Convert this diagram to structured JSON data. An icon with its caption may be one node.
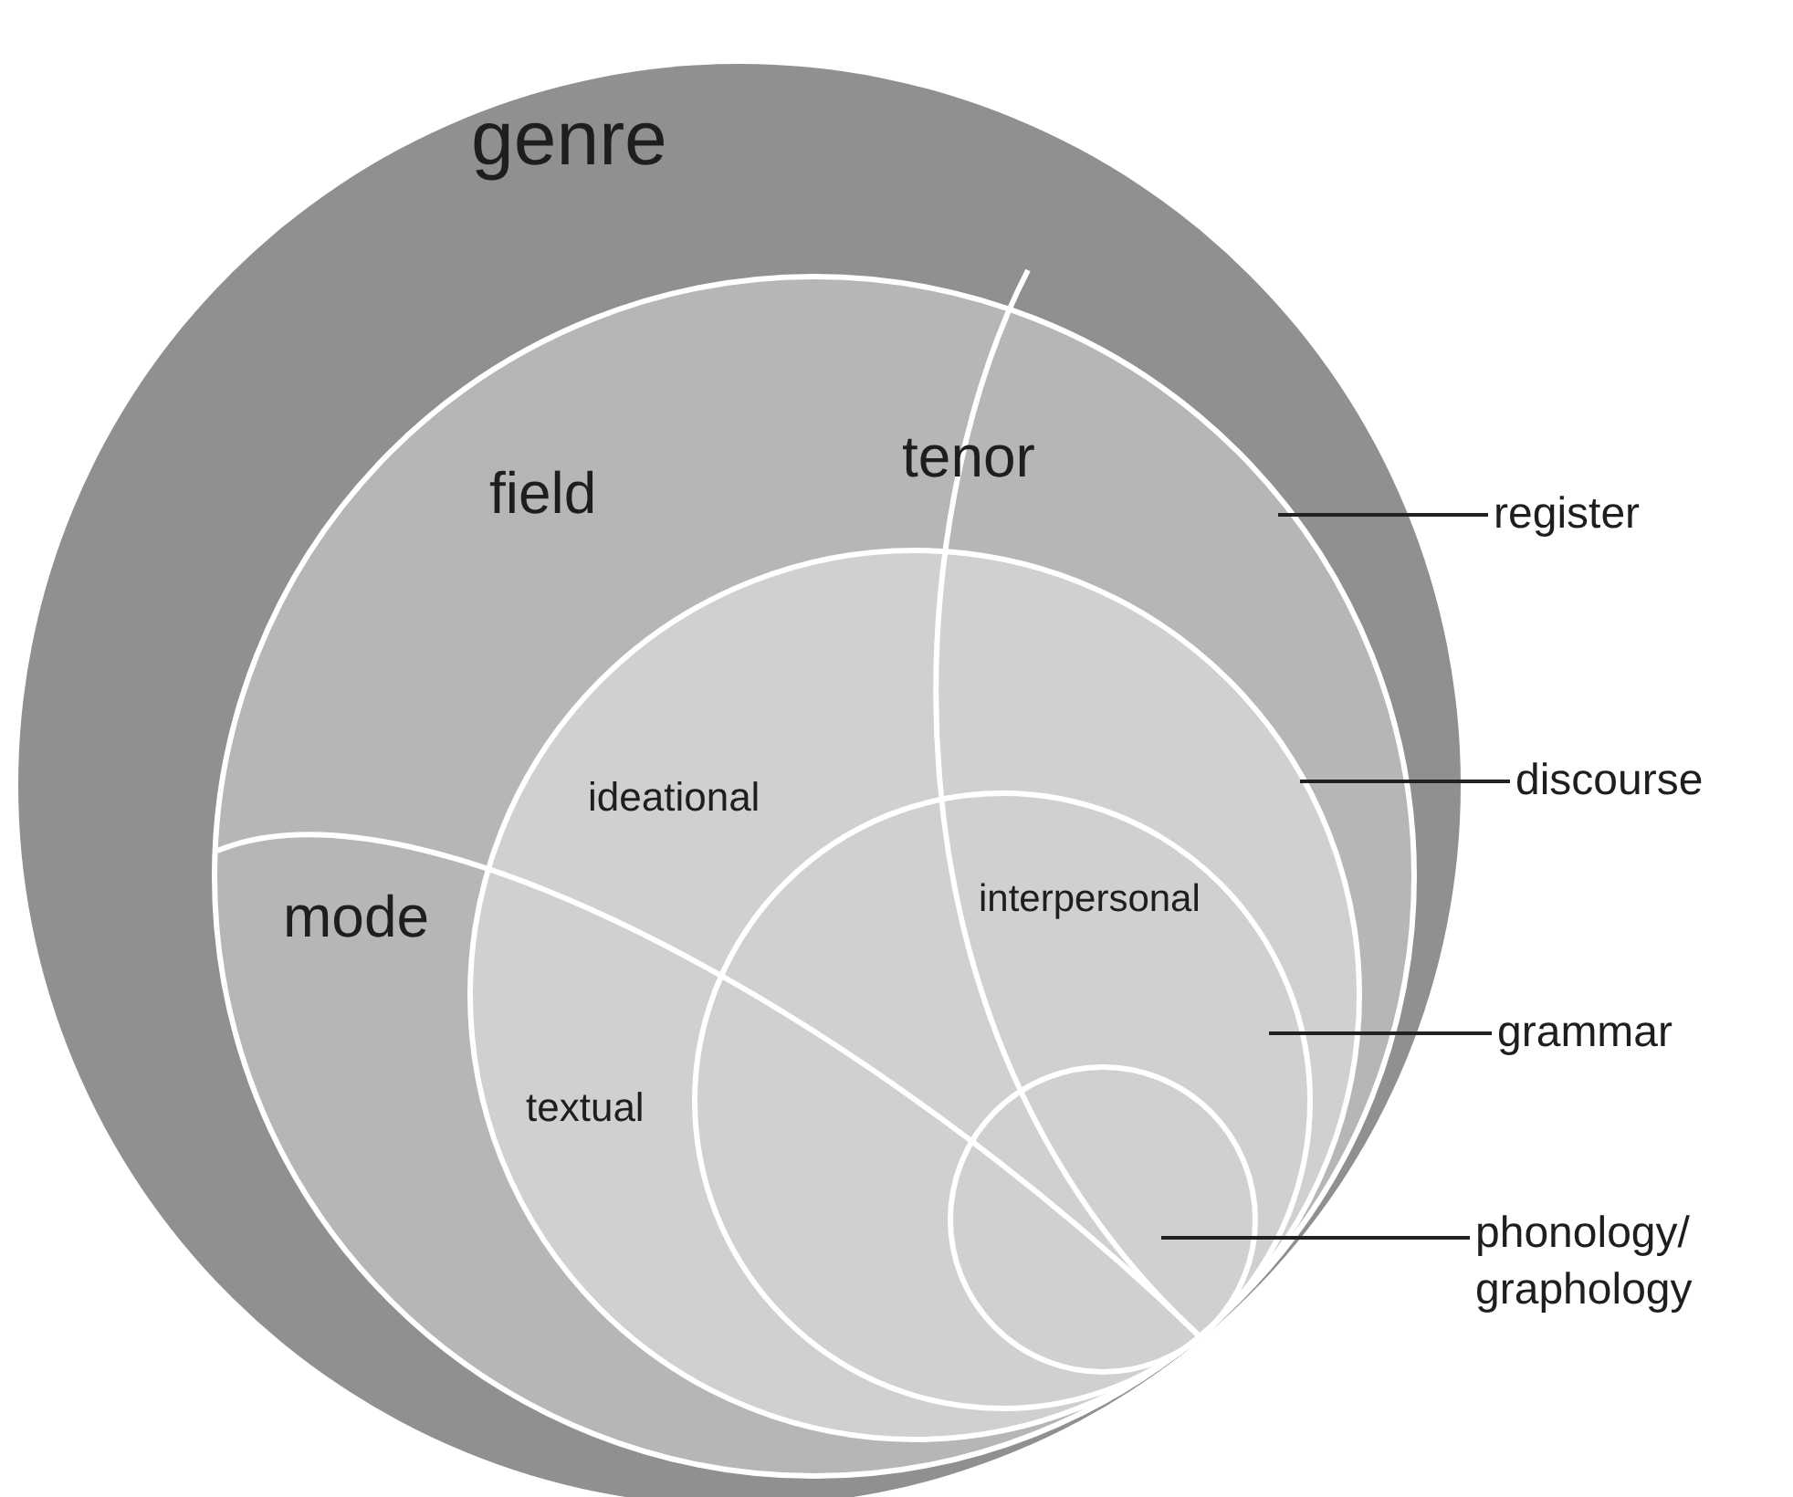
{
  "diagram": {
    "nodes": [
      {
        "text": [
          "genre"
        ]
      },
      {
        "text": [],
        "shape": "circle",
        "in": 0
      },
      {
        "text": [
          "field"
        ],
        "in": 1
      },
      {
        "text": [
          "tenor"
        ],
        "in": 1
      },
      {
        "text": [
          "mode"
        ],
        "in": 1
      },
      {
        "text": [],
        "shape": "circle",
        "in": 1
      },
      {
        "text": [
          "ideational"
        ],
        "in": 5
      },
      {
        "text": [
          "textual"
        ],
        "in": 5
      },
      {
        "text": [],
        "shape": "circle",
        "in": 5
      },
      {
        "text": [
          "interpersonal"
        ],
        "in": 8
      },
      {
        "text": [],
        "shape": "circle",
        "in": 8
      },
      {
        "text": [
          "register"
        ]
      },
      {
        "text": [
          "discourse"
        ]
      },
      {
        "text": [
          "grammar"
        ]
      },
      {
        "text": [
          "phonology/ graphology"
        ]
      }
    ],
    "edges": [
      {
        "from": 11,
        "to": 1,
        "arrow": "none"
      },
      {
        "from": 12,
        "to": 5,
        "arrow": "none"
      },
      {
        "from": 13,
        "to": 8,
        "arrow": "none"
      },
      {
        "from": 14,
        "to": 10,
        "arrow": "none"
      }
    ]
  }
}
